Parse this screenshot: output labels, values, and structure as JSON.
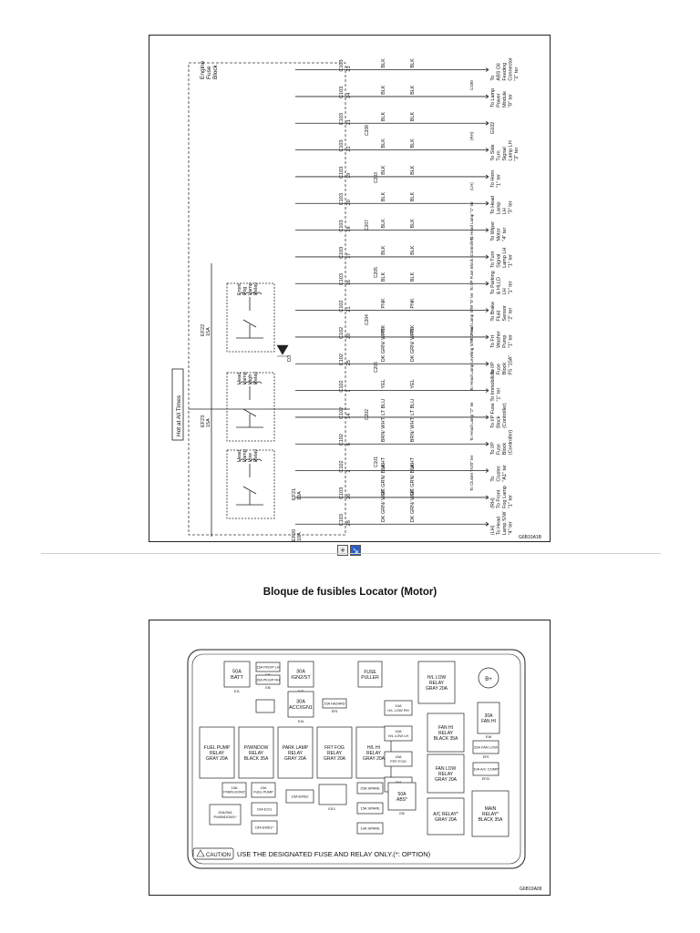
{
  "wiring": {
    "block_label_lines": [
      "Engine",
      "Fuse",
      "Block"
    ],
    "hot_label": "Hot at All Times",
    "fuses": [
      {
        "id": "EF20",
        "rating": "10A"
      },
      {
        "id": "EF21",
        "rating": "10A"
      },
      {
        "id": "EF22",
        "rating": "15A"
      },
      {
        "id": "EF23",
        "rating": "15A"
      }
    ],
    "relays": [
      {
        "lines": [
          "Head",
          "Lamp",
          "Low",
          "Relay"
        ],
        "pins": [
          "85",
          "86",
          "30",
          "87"
        ]
      },
      {
        "lines": [
          "Head",
          "Lamp",
          "High",
          "Relay"
        ],
        "pins": [
          "85",
          "86",
          "30",
          "87"
        ]
      },
      {
        "lines": [
          "Front",
          "Fog",
          "Lamp",
          "Relay"
        ],
        "pins": [
          "85",
          "86",
          "30",
          "87"
        ]
      }
    ],
    "diode": "D3",
    "circuits": [
      {
        "conn": "C103",
        "pin": "23",
        "wire": "BLK",
        "dest": [
          "To",
          "ABS Oil",
          "Feeding",
          "Connector",
          "\"1\" ter"
        ]
      },
      {
        "conn": "C103",
        "pin": "24",
        "wire": "BLK",
        "dest": [
          "To Lamp",
          "Power",
          "Module",
          "\"8\" ter"
        ]
      },
      {
        "conn": "C103",
        "pin": "21",
        "wire": "BLK",
        "dest": [
          "G102"
        ]
      },
      {
        "conn": "C103",
        "pin": "22",
        "wire": "BLK",
        "dest": [
          "To Side",
          "Turn",
          "Signal",
          "Lamp LH",
          "\"2\" ter"
        ]
      },
      {
        "conn": "C103",
        "pin": "19",
        "wire": "BLK",
        "dest": [
          "To Horn",
          "\"1\" ter"
        ]
      },
      {
        "conn": "C103",
        "pin": "20",
        "wire": "BLK",
        "dest": [
          "To Head",
          "Lamp",
          "LH",
          "\"3\" ter"
        ]
      },
      {
        "conn": "C103",
        "pin": "18",
        "wire": "BLK",
        "dest": [
          "To Wiper",
          "Motor",
          "\"4\" ter"
        ]
      },
      {
        "conn": "C103",
        "pin": "17",
        "wire": "BLK",
        "dest": [
          "To Turn",
          "Signal",
          "Lamp LH",
          "\"1\" ter"
        ]
      },
      {
        "conn": "C103",
        "pin": "16",
        "wire": "BLK",
        "dest": [
          "To Parking",
          "& HLLD",
          "LH",
          "\"1\" ter"
        ]
      },
      {
        "conn": "C102",
        "pin": "21",
        "wire": "PNK",
        "dest": [
          "To Brake",
          "Fluid",
          "Sensor",
          "\"2\" ter"
        ]
      },
      {
        "conn": "C102",
        "pin": "20",
        "wire": "PNK",
        "dest": [
          "To Frt",
          "Washer",
          "Pump",
          "\"1\" ter"
        ]
      },
      {
        "conn": "C102",
        "pin": "25",
        "wire": "DK GRN/ WHT",
        "dest": [
          "To I/P",
          "Fuse",
          "Block",
          "F5 \"15A\""
        ]
      },
      {
        "conn": "C102",
        "pin": "1",
        "wire": "YEL",
        "dest": [
          "To Immobilizer",
          "\"1\" ter"
        ]
      },
      {
        "conn": "C102",
        "pin": "14",
        "wire": "LT BLU",
        "dest": [
          "To I/P Fuse",
          "Block",
          "(Controller)"
        ]
      },
      {
        "conn": "C102",
        "pin": "6",
        "wire": "BRN/ WHT",
        "dest": [
          "To I/P",
          "Fuse",
          "Block",
          "(Controller)"
        ]
      },
      {
        "conn": "C102",
        "pin": "2",
        "wire": "WHT",
        "dest": [
          "To",
          "Cluster",
          "\"A1\" ter"
        ]
      },
      {
        "conn": "C103",
        "pin": "26",
        "wire": "DK GRN/ BLK",
        "dest": [
          "(RH)",
          "To Front",
          "Fog Lamp",
          "\"1\" ter"
        ]
      },
      {
        "conn": "C103",
        "pin": "28",
        "wire": "DK GRN/ WHT",
        "dest": [
          "(LH)",
          "To Head",
          "Lamp S/W",
          "\"4\" ter"
        ]
      }
    ],
    "misc_labels": [
      "C208",
      "C203",
      "C207",
      "C205",
      "C204",
      "C206",
      "C202",
      "C101",
      "C100",
      "(RH)",
      "(LH)",
      "To Head Lamp \"1\" ter",
      "To I/P Fuse Block (Controller)",
      "To Head Lamp S/W \"5\" ter",
      "To Head Lamp Leveling S/W \"2\" ter",
      "To Head Lamp \"2\" ter",
      "To Cluster \"A20\" ter"
    ],
    "code": "G6B10A1B"
  },
  "viewer": {
    "zoom_icon": "zoom-in-icon",
    "fit_icon": "fit-page-icon"
  },
  "locator_title": "Bloque de fusibles Locator (Motor)",
  "locator": {
    "code": "G6B10A09",
    "caution": {
      "badge": "CAUTION",
      "text": "USE THE DESIGNATED FUSE AND RELAY ONLY.(*: OPTION)"
    },
    "top_fuses": [
      {
        "rating": "50A",
        "name": "BATT",
        "id": "EI1"
      },
      {
        "rating": "30A",
        "name": "IGN2/ST",
        "id": "EI2"
      },
      {
        "rating": "30A",
        "name": "ACC/IGN1",
        "id": "EI4"
      }
    ],
    "small_top": [
      {
        "rating": "15A",
        "name": "PKG/P LH",
        "id": "EI5"
      },
      {
        "rating": "15A",
        "name": "PKG/P RH",
        "id": "EI6"
      },
      {
        "rating": "15A",
        "name": "HAZARD",
        "id": "EF5"
      }
    ],
    "fuse_puller": "FUSE PULLER",
    "hl_low_relay": {
      "name": "H/L LOW RELAY",
      "spec": "GRAY 20A"
    },
    "b_plus": "B+",
    "relays_row": [
      {
        "name": "FUEL PUMP RELAY",
        "spec": "GRAY 20A"
      },
      {
        "name": "P/WINDOW RELAY",
        "spec": "BLACK 35A"
      },
      {
        "name": "PARK LAMP RELAY",
        "spec": "GRAY 20A"
      },
      {
        "name": "FRT FOG RELAY",
        "spec": "GRAY 20A"
      },
      {
        "name": "H/L HI RELAY",
        "spec": "GRAY 20A"
      }
    ],
    "mini_fuses": [
      {
        "rating": "10A",
        "name": "H/L LOW RH"
      },
      {
        "rating": "10A",
        "name": "H/L LOW LH"
      },
      {
        "rating": "15A",
        "name": "FRT FOG"
      },
      {
        "rating": "15A",
        "name": "H/L HI"
      }
    ],
    "fan_hi_relay": {
      "name": "FAN HI RELAY",
      "spec": "BLACK 35A"
    },
    "fan_low_relay": {
      "name": "FAN LOW RELAY",
      "spec": "GRAY 20A"
    },
    "ac_relay": {
      "name": "A/C RELAY*",
      "spec": "GRAY 20A"
    },
    "main_relay": {
      "name": "MAIN RELAY*",
      "spec": "BLACK 35A"
    },
    "fan_hi_fuse": {
      "rating": "30A",
      "name": "FAN HI",
      "id": "EI6"
    },
    "side_fuses": [
      {
        "rating": "20A",
        "name": "FAN LOW",
        "id": "EF9"
      },
      {
        "rating": "10A",
        "name": "A/C COMP",
        "id": "EF20"
      }
    ],
    "abs_fuse": {
      "rating": "50A",
      "name": "ABS*",
      "id": "EI5"
    },
    "spare_fuses": [
      {
        "rating": "20A",
        "name": "SPARE"
      },
      {
        "rating": "15A",
        "name": "SPARE"
      },
      {
        "rating": "10A",
        "name": "SPARE"
      }
    ],
    "bottom_left": [
      {
        "rating": "15A",
        "name": "P/WIN-DOW2"
      },
      {
        "rating": "15A",
        "name": "FUEL PUMP"
      },
      {
        "rating": "20A/30A",
        "name": "P/WINDOW1*"
      },
      {
        "rating": "10A",
        "name": "ECU"
      },
      {
        "rating": "15A",
        "name": "EMS1*"
      },
      {
        "rating": "15A",
        "name": "EMS2"
      },
      {
        "rating": "",
        "name": "EI13"
      }
    ]
  }
}
